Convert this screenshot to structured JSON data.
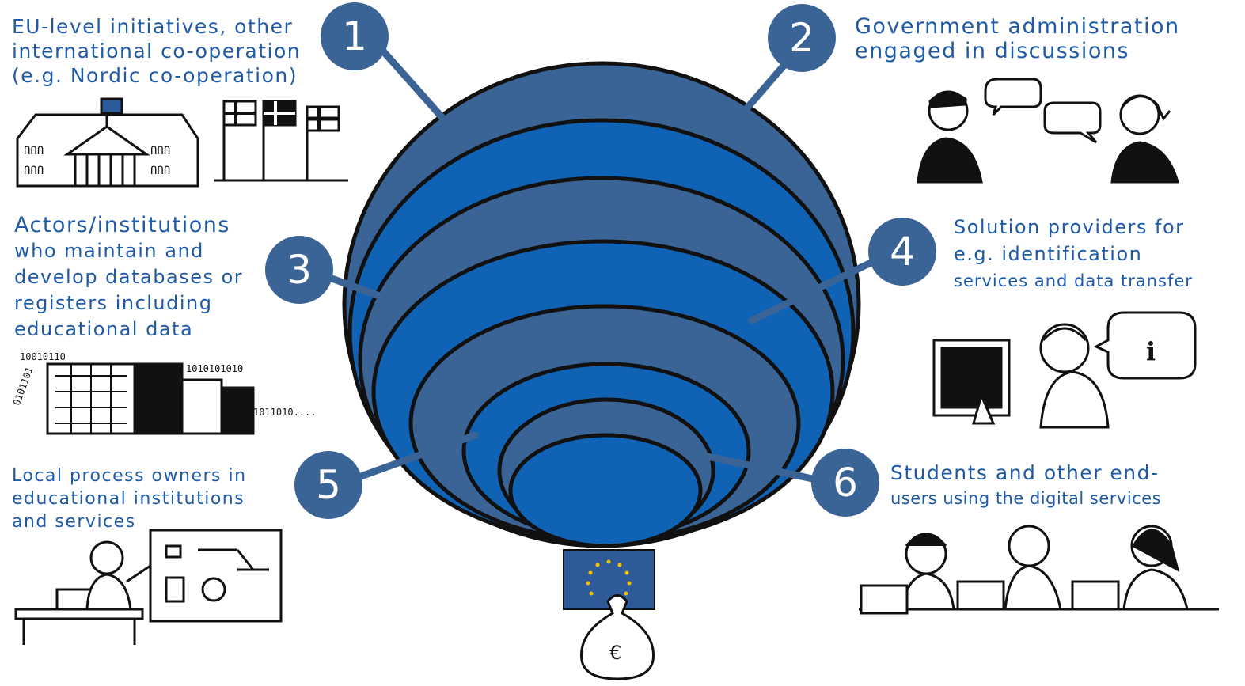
{
  "colors": {
    "dark_blue": "#3b6496",
    "bright_blue": "#0f62b4",
    "text_blue": "#1e5aa6",
    "ink": "#111111",
    "flag_blue": "#2f5a9a",
    "stars": "#f2c200"
  },
  "stakeholders": [
    {
      "number": "1",
      "lines": [
        "EU-level initiatives, other",
        "international co-operation",
        "(e.g. Nordic co-operation)"
      ],
      "illustration": "parliament-building-with-flags"
    },
    {
      "number": "2",
      "lines": [
        "Government administration",
        "engaged in discussions"
      ],
      "illustration": "two-officials-talking"
    },
    {
      "number": "3",
      "lines": [
        "Actors/institutions",
        "who maintain and",
        "develop databases or",
        "registers including",
        "educational data"
      ],
      "illustration": "data-buildings-binary"
    },
    {
      "number": "4",
      "lines": [
        "Solution providers for",
        "e.g. identification",
        "services and data transfer"
      ],
      "illustration": "support-agent-at-computer"
    },
    {
      "number": "5",
      "lines": [
        "Local process owners in",
        "educational institutions",
        "and services"
      ],
      "illustration": "presenter-with-process-chart"
    },
    {
      "number": "6",
      "lines": [
        "Students and other end-",
        "users using the digital services"
      ],
      "illustration": "students-with-laptops"
    }
  ],
  "funding": {
    "currency_symbol": "€",
    "icon": "eu-flag-money-bag-icon"
  }
}
